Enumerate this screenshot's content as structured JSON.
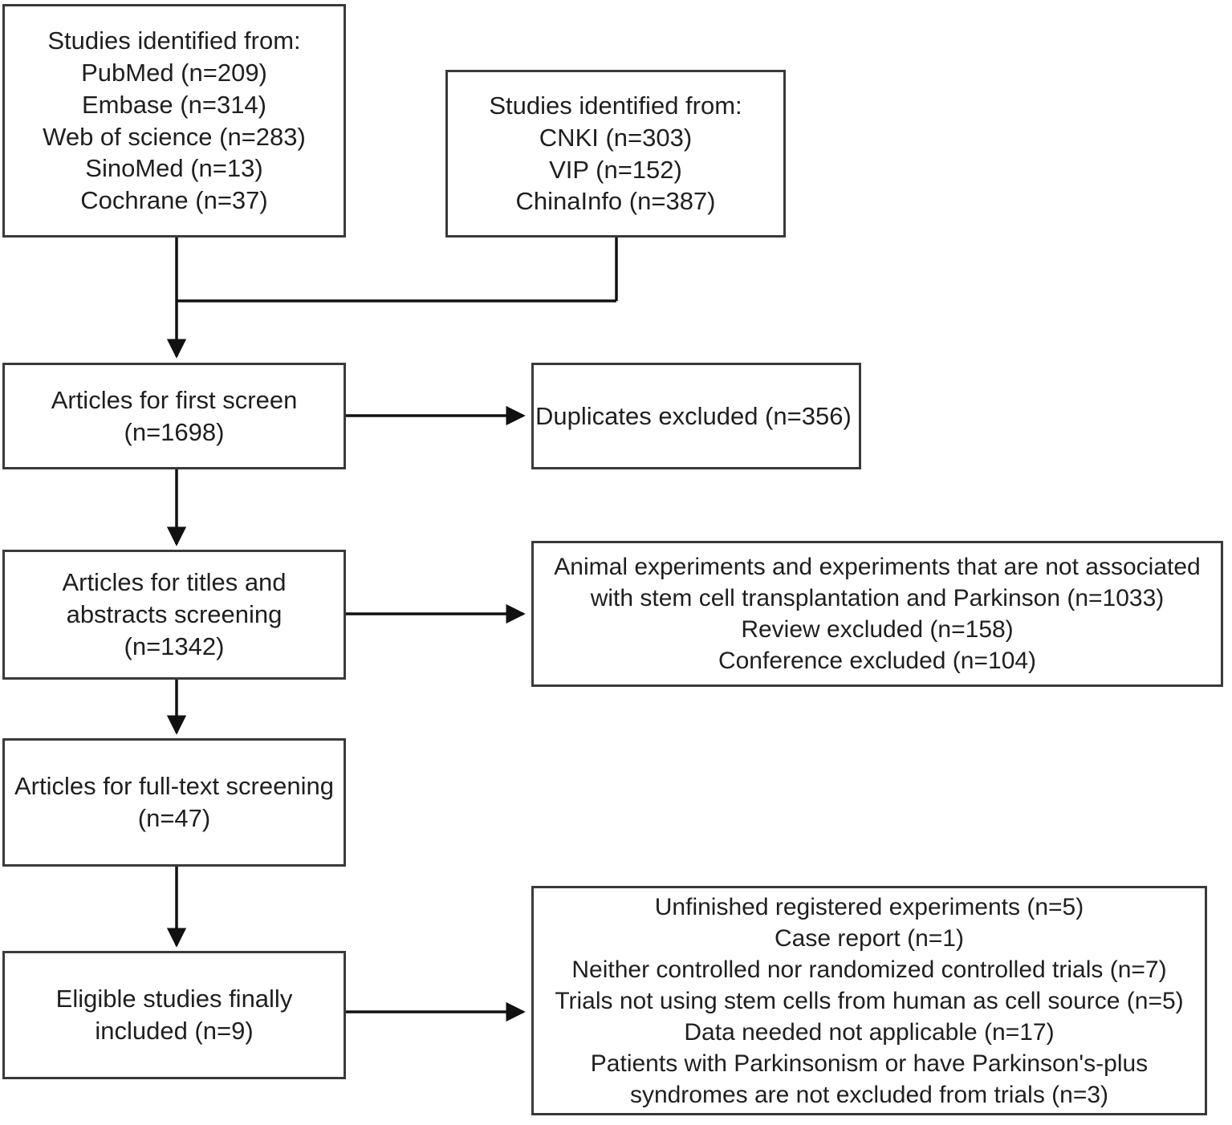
{
  "diagram": {
    "type": "prisma-flow-diagram",
    "stroke_color": "#3a3a3a",
    "text_color": "#1f1f1f",
    "background_color": "#ffffff",
    "boxes": {
      "sources_international": {
        "text": "Studies identified from:\nPubMed (n=209)\nEmbase (n=314)\nWeb of science (n=283)\nSinoMed (n=13)\nCochrane (n=37)"
      },
      "sources_chinese": {
        "text": "Studies identified from:\nCNKI (n=303)\nVIP (n=152)\nChinaInfo (n=387)"
      },
      "first_screen": {
        "text": "Articles for first screen\n(n=1698)"
      },
      "duplicates_excluded": {
        "text": "Duplicates excluded (n=356)"
      },
      "titles_abstracts_screening": {
        "text": "Articles for titles and\nabstracts screening\n(n=1342)"
      },
      "titles_abstracts_exclusions": {
        "text": "Animal experiments and experiments that are not associated\nwith stem cell transplantation and Parkinson (n=1033)\nReview excluded (n=158)\nConference excluded (n=104)"
      },
      "full_text_screening": {
        "text": "Articles for full-text screening\n(n=47)"
      },
      "eligible_included": {
        "text": "Eligible studies finally\nincluded (n=9)"
      },
      "full_text_exclusions": {
        "text": "Unfinished registered experiments (n=5)\nCase report (n=1)\nNeither controlled nor randomized controlled trials (n=7)\nTrials not using stem cells from human as cell source (n=5)\nData needed not applicable (n=17)\nPatients with Parkinsonism or have Parkinson's-plus\nsyndromes are not excluded from trials (n=3)"
      }
    },
    "counts": {
      "pubmed": 209,
      "embase": 314,
      "web_of_science": 283,
      "sinomed": 13,
      "cochrane": 37,
      "cnki": 303,
      "vip": 152,
      "chinainfo": 387,
      "first_screen": 1698,
      "duplicates_excluded": 356,
      "titles_abstracts_screening": 1342,
      "animal_or_unrelated_excluded": 1033,
      "review_excluded": 158,
      "conference_excluded": 104,
      "full_text_screening": 47,
      "unfinished_registered": 5,
      "case_report": 1,
      "not_controlled_or_rct": 7,
      "not_human_stem_cells": 5,
      "data_not_applicable": 17,
      "parkinsonism_not_excluded": 3,
      "eligible_included": 9
    }
  }
}
